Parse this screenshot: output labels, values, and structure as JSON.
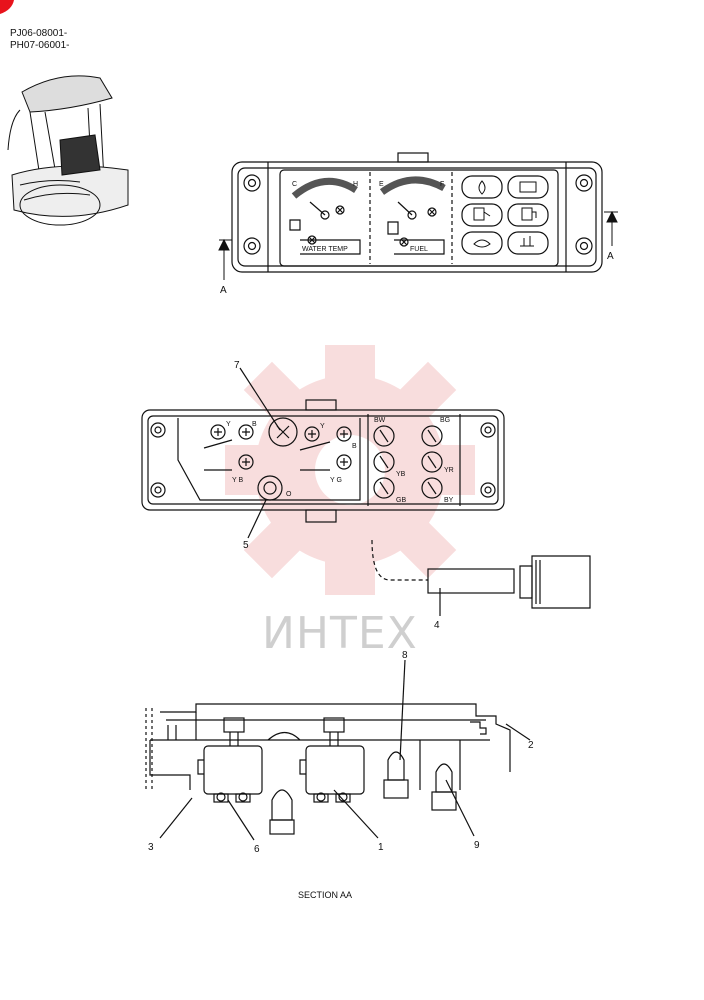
{
  "header": {
    "serial_1": "PJ06-08001-",
    "serial_2": "PH07-06001-"
  },
  "gauge_panel": {
    "water_temp_label": "WATER TEMP",
    "fuel_label": "FUEL",
    "temp_cold_mark": "C",
    "temp_hot_mark": "H",
    "fuel_empty_mark": "E",
    "fuel_full_mark": "F",
    "section_marker_left": "A",
    "section_marker_right": "A"
  },
  "rear_view": {
    "callouts": [
      "7",
      "5",
      "4"
    ],
    "wire_codes_left": [
      "Y",
      "B",
      "Y",
      "B",
      "Y B",
      "Y G",
      "O"
    ],
    "wire_codes_right": [
      "BW",
      "BG",
      "YB",
      "YR",
      "GB",
      "BY"
    ]
  },
  "section_view": {
    "callouts": [
      "8",
      "2",
      "3",
      "6",
      "1",
      "9"
    ],
    "caption": "SECTION AA"
  },
  "watermark": {
    "text": "ИНТЕХ",
    "color": "#f1b5b5"
  }
}
